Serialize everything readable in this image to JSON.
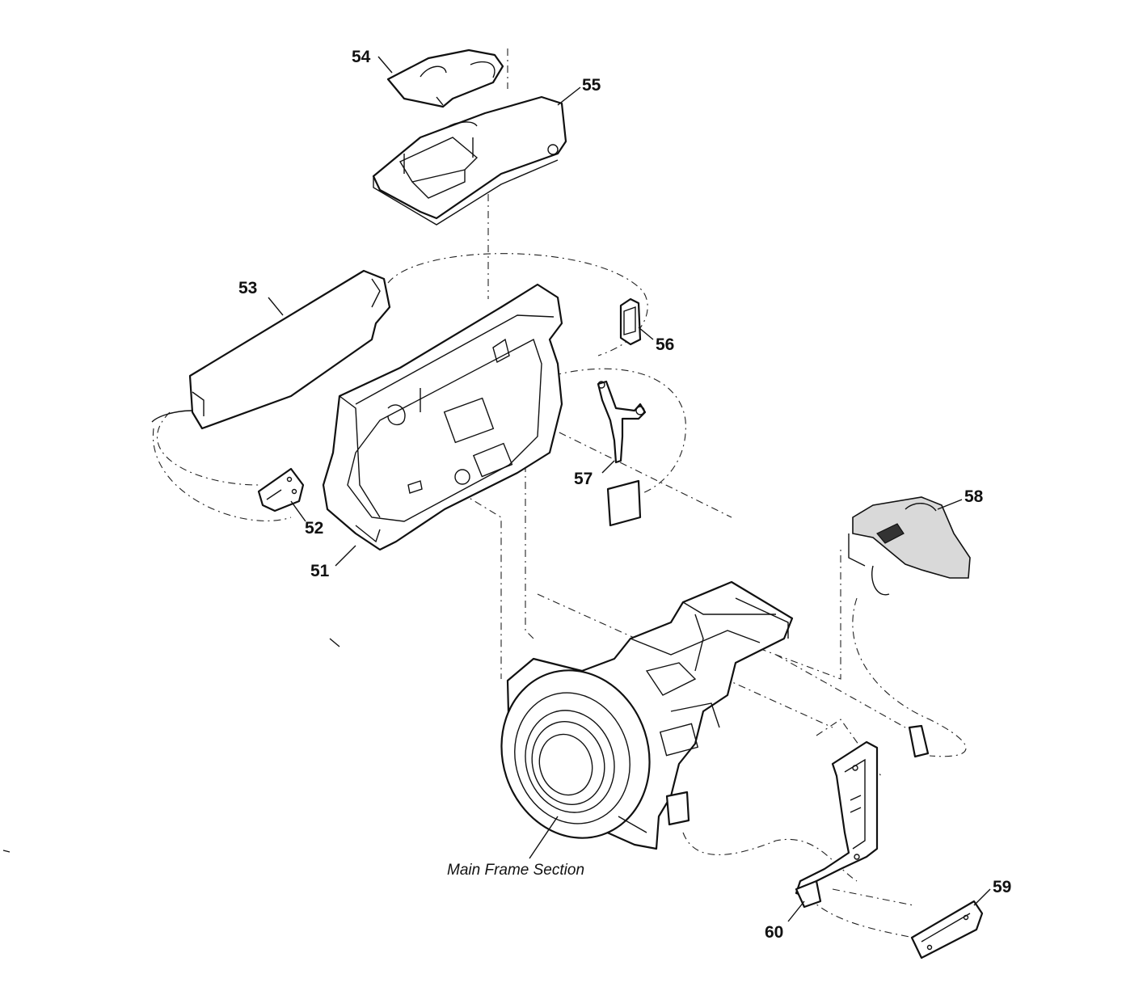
{
  "callouts": {
    "c51": "51",
    "c52": "52",
    "c53": "53",
    "c54": "54",
    "c55": "55",
    "c56": "56",
    "c57": "57",
    "c58": "58",
    "c59": "59",
    "c60": "60"
  },
  "caption": "Main Frame Section"
}
